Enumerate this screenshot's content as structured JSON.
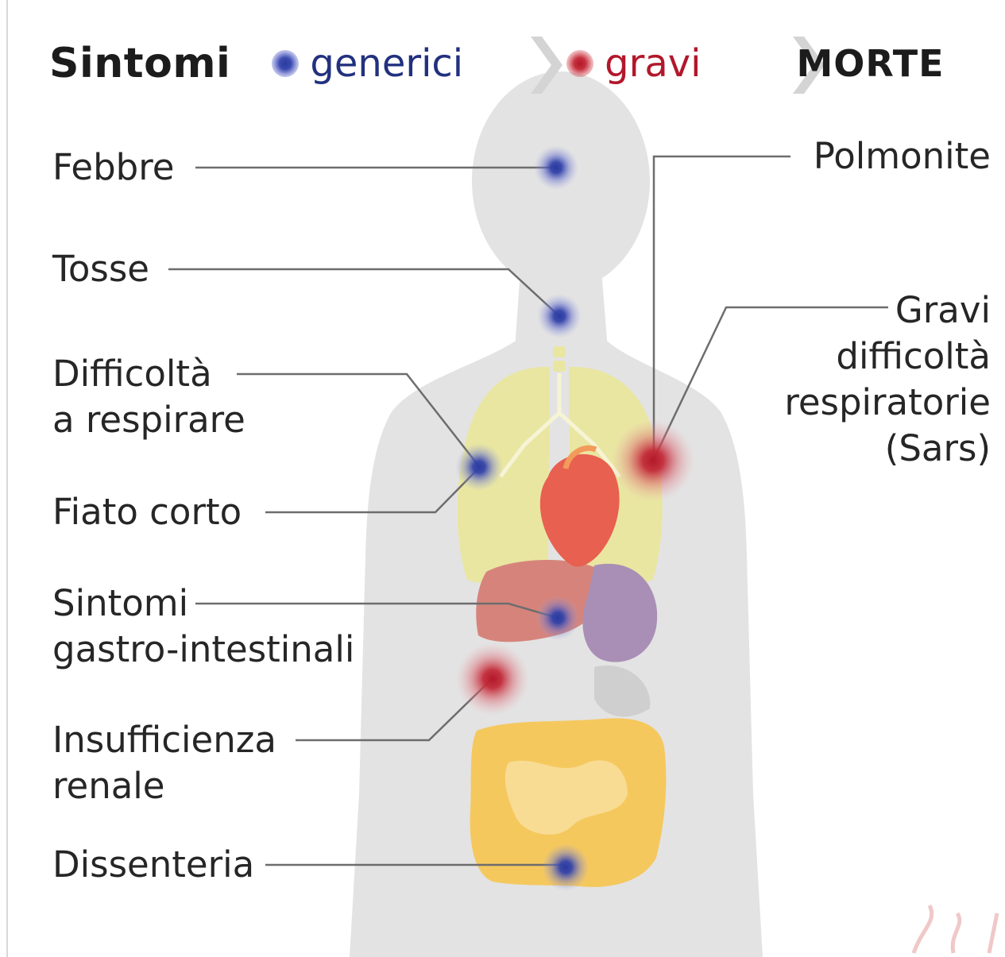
{
  "legend": {
    "title": "Sintomi",
    "generic_label": "generici",
    "severe_label": "gravi",
    "death_label": "MORTE",
    "generic_color": "#2a3a9e",
    "severe_color": "#b3172a"
  },
  "symptoms_left": [
    {
      "id": "febbre",
      "lines": [
        "Febbre"
      ],
      "severity": "generic",
      "organ": "head"
    },
    {
      "id": "tosse",
      "lines": [
        "Tosse"
      ],
      "severity": "generic",
      "organ": "throat"
    },
    {
      "id": "difficolta",
      "lines": [
        "Difficoltà",
        "a respirare"
      ],
      "severity": "generic",
      "organ": "left-lung"
    },
    {
      "id": "fiato",
      "lines": [
        "Fiato corto"
      ],
      "severity": "generic",
      "organ": "left-lung"
    },
    {
      "id": "gastro",
      "lines": [
        "Sintomi",
        "gastro-intestinali"
      ],
      "severity": "generic",
      "organ": "stomach"
    },
    {
      "id": "renale",
      "lines": [
        "Insufficienza",
        "renale"
      ],
      "severity": "severe",
      "organ": "kidney"
    },
    {
      "id": "dissenteria",
      "lines": [
        "Dissenteria"
      ],
      "severity": "generic",
      "organ": "intestine"
    }
  ],
  "symptoms_right": [
    {
      "id": "polmonite",
      "lines": [
        "Polmonite"
      ],
      "severity": "severe",
      "organ": "right-lung"
    },
    {
      "id": "sars",
      "lines": [
        "Gravi",
        "difficoltà",
        "respiratorie",
        "(Sars)"
      ],
      "severity": "severe",
      "organ": "right-lung"
    }
  ],
  "colors": {
    "body": "#e3e3e3",
    "lungs": "#e9e6a2",
    "heart": "#e8604f",
    "liver": "#d6847b",
    "stomach": "#a98fb5",
    "intestine": "#f5c85e",
    "leader_line": "#6d6d6d",
    "chevron": "#cfcfcf"
  },
  "icons": {
    "separator": "chevron-right-icon",
    "marker": "dot-icon"
  }
}
